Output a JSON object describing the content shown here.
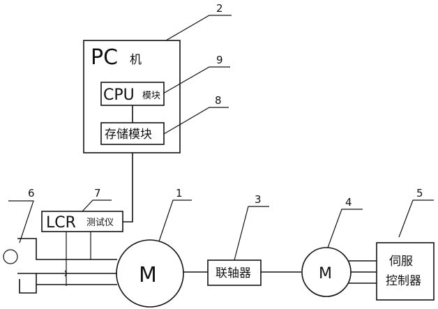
{
  "pc": {
    "label_latin": "PC",
    "label_cn": "机"
  },
  "cpu": {
    "label_latin": "CPU",
    "label_cn": "模块"
  },
  "storage": {
    "label": "存储模块"
  },
  "lcr": {
    "label_latin": "LCR",
    "label_cn": "测试仪"
  },
  "motor1": {
    "label": "M"
  },
  "coupling": {
    "label": "联轴器"
  },
  "motor2": {
    "label": "M"
  },
  "servo": {
    "line1": "伺服",
    "line2": "控制器"
  },
  "callouts": [
    "1",
    "2",
    "3",
    "4",
    "5",
    "6",
    "7",
    "8",
    "9"
  ]
}
